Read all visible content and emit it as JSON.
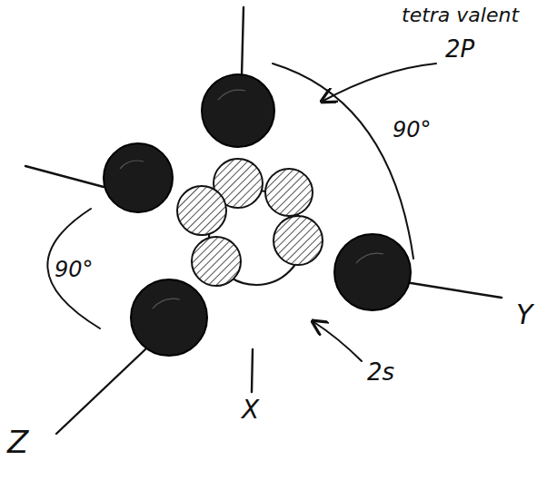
{
  "diagram": {
    "labels": [
      "tetra valent",
      "2P",
      "90°",
      "90°",
      "2s",
      "Z",
      "X",
      "Y"
    ]
  }
}
